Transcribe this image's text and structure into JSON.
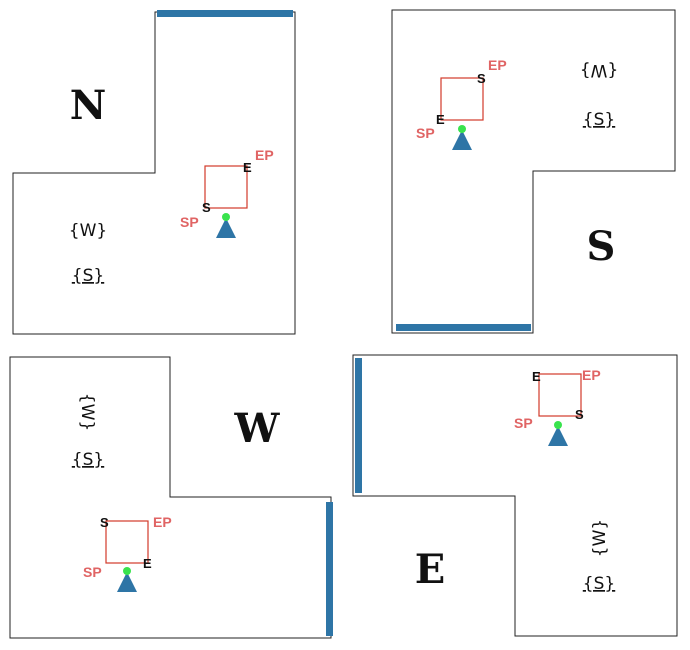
{
  "colors": {
    "room_outline": "#222222",
    "wall_bar": "#2e75a6",
    "square": "#d23a2a",
    "endpoint_text": "#e06464",
    "robot": "#2e75a6",
    "robot_dot": "#39e34d",
    "corner_text": "#111111"
  },
  "labels": {
    "sp": "SP",
    "ep": "EP",
    "s": "S",
    "e": "E"
  },
  "panels": {
    "north": {
      "direction": "N",
      "set_w": "{W}",
      "set_s": "{S}"
    },
    "south": {
      "direction": "S",
      "set_w": "{W}",
      "set_s": "{S}"
    },
    "west": {
      "direction": "W",
      "set_w": "{W}",
      "set_s": "{S}"
    },
    "east": {
      "direction": "E",
      "set_w": "{W}",
      "set_s": "{S}"
    }
  }
}
